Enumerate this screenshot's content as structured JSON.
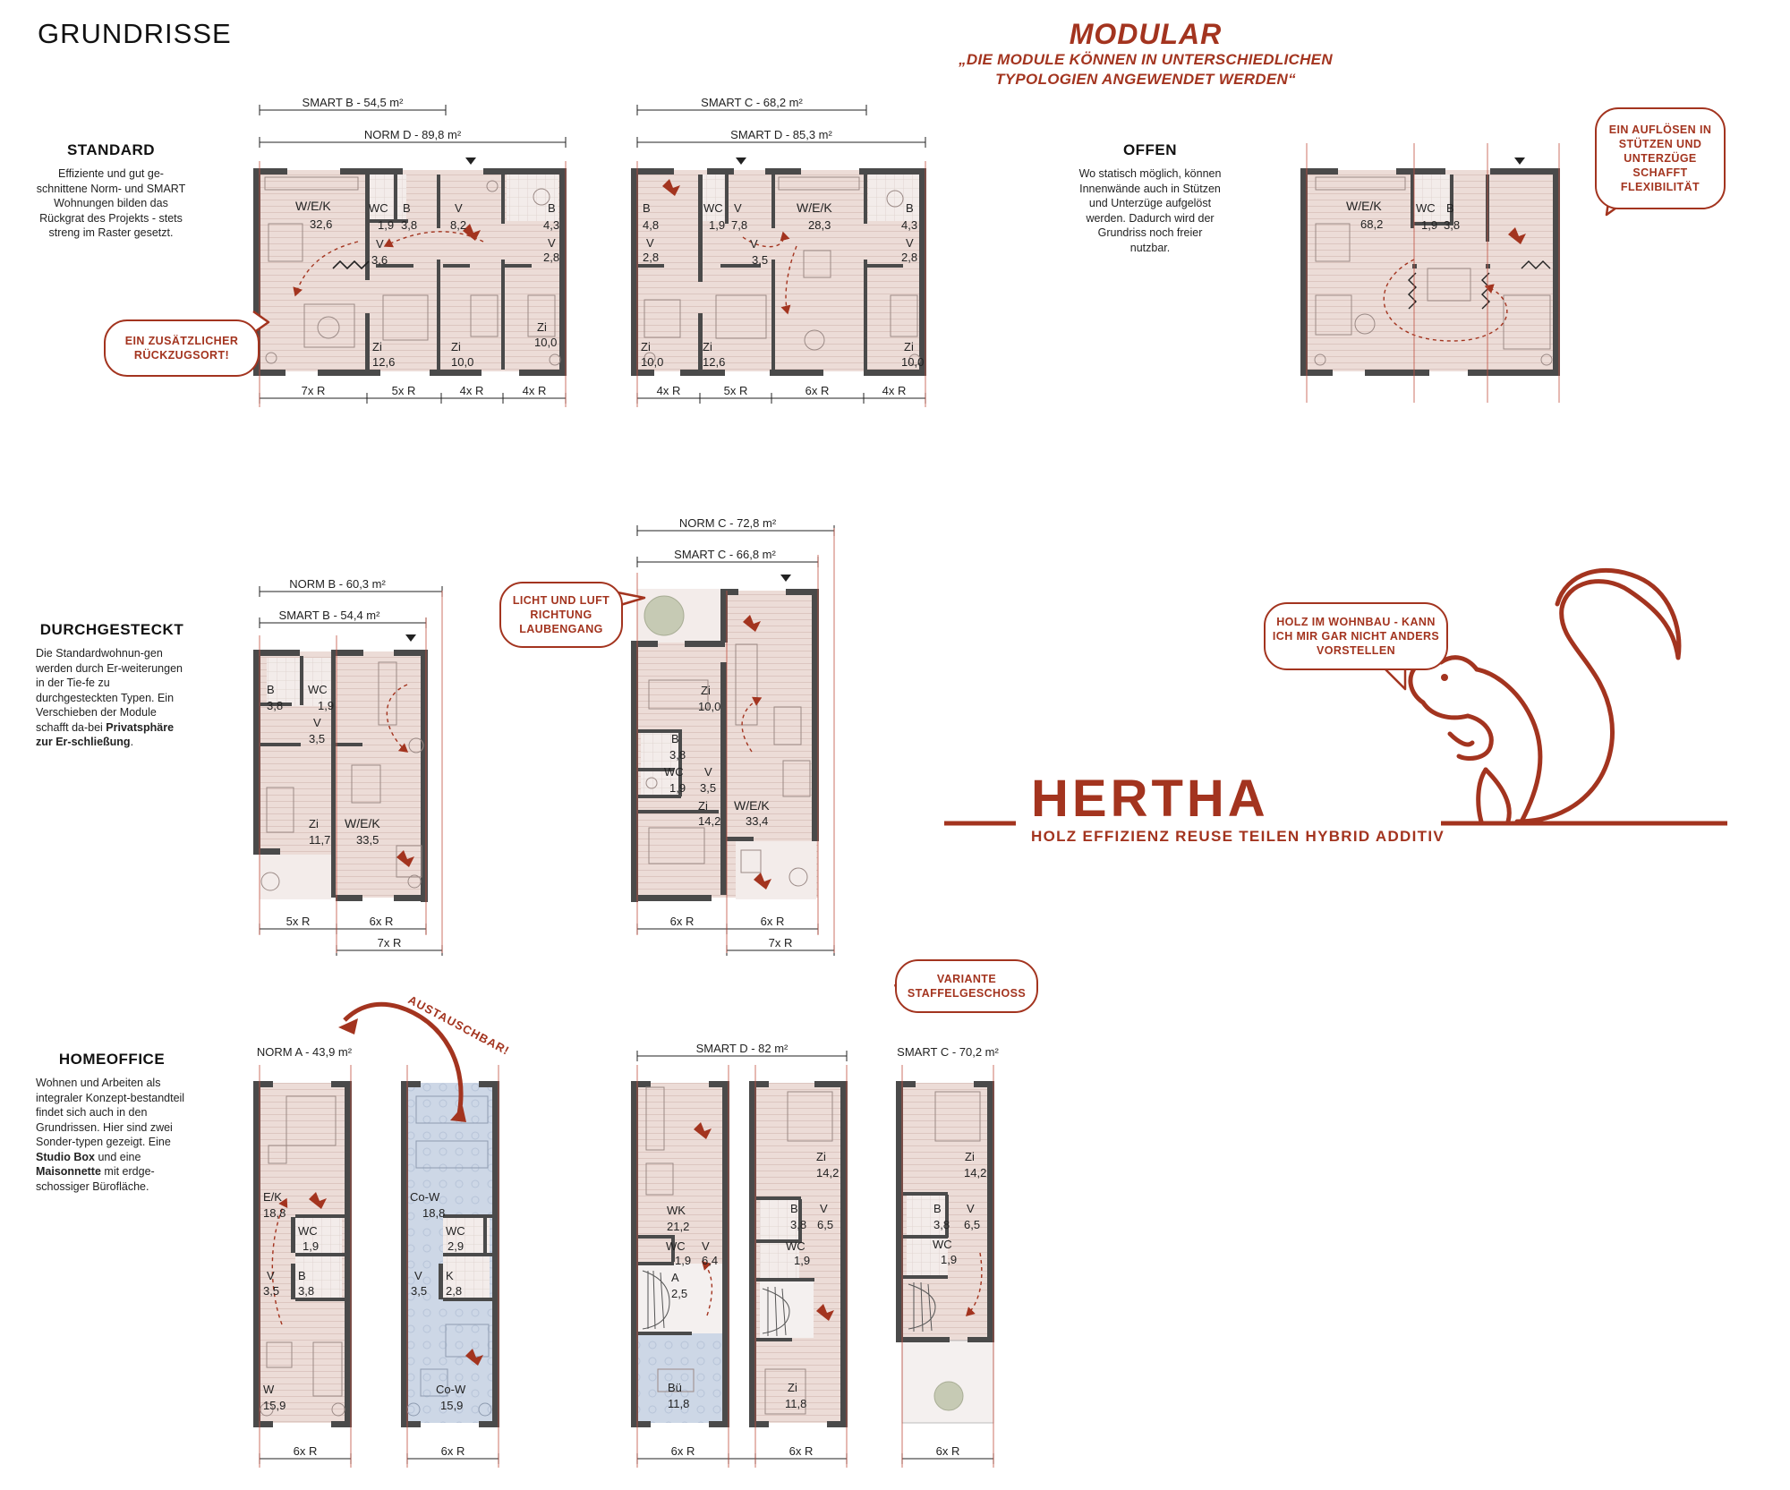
{
  "page": {
    "heading": "GRUNDRISSE",
    "modular_title": "MODULAR",
    "modular_sub_1": "„DIE MODULE KÖNNEN IN UNTERSCHIEDLICHEN",
    "modular_sub_2": "TYPOLOGIEN ANGEWENDET WERDEN“"
  },
  "colors": {
    "accent": "#a3341f",
    "wall": "#4a4a4a",
    "floor": "#ead9d4",
    "cowork": "#c9d5e6"
  },
  "sections": {
    "standard": {
      "title": "STANDARD",
      "text": "Effiziente und gut ge-schnittene Norm- und SMART Wohnungen bilden das Rückgrat des Projekts - stets streng im Raster  gesetzt."
    },
    "offen": {
      "title": "OFFEN",
      "text": "Wo statisch möglich, können Innenwände auch in Stützen und Unterzüge aufgelöst werden. Dadurch wird der Grundriss noch freier nutzbar."
    },
    "durchgesteckt": {
      "title": "DURCHGESTECKT",
      "text_1": "Die Standardwohnun-gen werden durch Er-weiterungen in der Tie-fe zu durchgesteckten Typen. Ein Verschieben der Module schafft da-bei ",
      "text_bold": "Privatsphäre zur Er-schließung",
      "text_2": "."
    },
    "homeoffice": {
      "title": "HOMEOFFICE",
      "text_1": "Wohnen und Arbeiten als integraler Konzept-bestandteil findet sich auch in den Grundrissen. Hier sind zwei Sonder-typen gezeigt. Eine ",
      "text_bold_1": "Studio Box",
      "text_3": " und eine ",
      "text_bold_2": "Maisonnette",
      "text_4": " mit erdge-schossiger Bürofläche."
    }
  },
  "bubbles": {
    "rueckzug": "EIN ZUSÄTZLICHER RÜCKZUGSORT!",
    "aufloesen": "EIN AUFLÖSEN IN STÜTZEN UND UNTERZÜGE SCHAFFT FLEXIBILITÄT",
    "licht": "LICHT UND LUFT RICHTUNG LAUBENGANG",
    "holz": "HOLZ IM WOHNBAU - KANN ICH MIR GAR NICHT ANDERS VORSTELLEN",
    "variante": "VARIANTE STAFFELGESCHOSS"
  },
  "austauschbar": "AUSTAUSCHBAR!",
  "brand": {
    "name": "HERTHA",
    "tagline": "HOLZ EFFIZIENZ REUSE TEILEN HYBRID ADDITIV"
  },
  "plans": {
    "std1": {
      "dims_top": [
        "SMART B - 54,5 m²",
        "NORM D - 89,8 m²"
      ],
      "dims_bottom": [
        "7x R",
        "5x R",
        "4x R",
        "4x R"
      ],
      "rooms": [
        [
          "W/E/K",
          "32,6"
        ],
        [
          "WC",
          "1,9"
        ],
        [
          "B",
          "3,8"
        ],
        [
          "V",
          "8,2"
        ],
        [
          "B",
          "4,3"
        ],
        [
          "V",
          "3,6"
        ],
        [
          "V",
          "2,8"
        ],
        [
          "Zi",
          "12,6"
        ],
        [
          "Zi",
          "10,0"
        ],
        [
          "Zi",
          "10,0"
        ]
      ]
    },
    "std2": {
      "dims_top": [
        "SMART C - 68,2 m²",
        "SMART D - 85,3 m²"
      ],
      "dims_bottom": [
        "4x R",
        "5x R",
        "6x R",
        "4x R"
      ],
      "rooms": [
        [
          "B",
          "4,8"
        ],
        [
          "V",
          "2,8"
        ],
        [
          "WC",
          "1,9"
        ],
        [
          "V",
          "7,8"
        ],
        [
          "W/E/K",
          "28,3"
        ],
        [
          "B",
          "4,3"
        ],
        [
          "V",
          "2,8"
        ],
        [
          "V",
          "3,5"
        ],
        [
          "Zi",
          "10,0"
        ],
        [
          "Zi",
          "12,6"
        ],
        [
          "Zi",
          "10,0"
        ]
      ]
    },
    "offen": {
      "rooms": [
        [
          "W/E/K",
          "68,2"
        ],
        [
          "WC",
          "1,9"
        ],
        [
          "B",
          "3,8"
        ]
      ]
    },
    "dg1": {
      "dims_top": [
        "NORM B - 60,3 m²",
        "SMART B - 54,4 m²"
      ],
      "dims_bottom": [
        "5x R",
        "6x R",
        "7x R"
      ],
      "rooms": [
        [
          "B",
          "3,8"
        ],
        [
          "WC",
          "1,9"
        ],
        [
          "V",
          "3,5"
        ],
        [
          "Zi",
          "11,7"
        ],
        [
          "W/E/K",
          "33,5"
        ]
      ]
    },
    "dg2": {
      "dims_top": [
        "NORM C - 72,8 m²",
        "SMART C - 66,8 m²"
      ],
      "dims_bottom": [
        "6x R",
        "6x R",
        "7x R"
      ],
      "rooms": [
        [
          "Zi",
          "10,0"
        ],
        [
          "B",
          "3,8"
        ],
        [
          "WC",
          "1,9"
        ],
        [
          "V",
          "3,5"
        ],
        [
          "Zi",
          "14,2"
        ],
        [
          "W/E/K",
          "33,4"
        ]
      ]
    },
    "ho1": {
      "dims_top": [
        "NORM A - 43,9 m²"
      ],
      "dims_bottom": [
        "6x R"
      ],
      "rooms": [
        [
          "E/K",
          "18,8"
        ],
        [
          "WC",
          "1,9"
        ],
        [
          "V",
          "3,5"
        ],
        [
          "B",
          "3,8"
        ],
        [
          "W",
          "15,9"
        ]
      ]
    },
    "ho2": {
      "dims_bottom": [
        "6x R"
      ],
      "rooms": [
        [
          "Co-W",
          "18,8"
        ],
        [
          "WC",
          "2,9"
        ],
        [
          "V",
          "3,5"
        ],
        [
          "K",
          "2,8"
        ],
        [
          "Co-W",
          "15,9"
        ]
      ]
    },
    "ho3": {
      "dims_top": [
        "SMART D - 82 m²"
      ],
      "dims_bottom": [
        "6x R",
        "6x R"
      ],
      "rooms_a": [
        [
          "WK",
          "21,2"
        ],
        [
          "WC",
          "1,9"
        ],
        [
          "V",
          "6,4"
        ],
        [
          "A",
          "2,5"
        ],
        [
          "Bü",
          "11,8"
        ]
      ],
      "rooms_b": [
        [
          "Zi",
          "14,2"
        ],
        [
          "B",
          "3,8"
        ],
        [
          "V",
          "6,5"
        ],
        [
          "WC",
          "1,9"
        ],
        [
          "Zi",
          "11,8"
        ]
      ]
    },
    "ho4": {
      "dims_top": [
        "SMART C - 70,2 m²"
      ],
      "dims_bottom": [
        "6x R"
      ],
      "rooms": [
        [
          "Zi",
          "14,2"
        ],
        [
          "B",
          "3,8"
        ],
        [
          "V",
          "6,5"
        ],
        [
          "WC",
          "1,9"
        ]
      ]
    }
  }
}
